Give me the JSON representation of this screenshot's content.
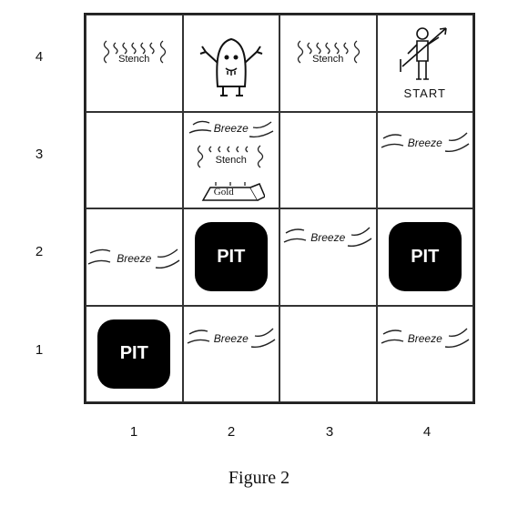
{
  "row_labels": [
    "4",
    "3",
    "2",
    "1"
  ],
  "col_labels": [
    "1",
    "2",
    "3",
    "4"
  ],
  "caption": "Figure 2",
  "cells": {
    "c1_4": {
      "text": "Stench"
    },
    "c3_4": {
      "text": "Stench"
    },
    "c4_4": {
      "text": "START"
    },
    "c2_3": {
      "breeze": "Breeze",
      "stench": "Stench",
      "gold": "Gold"
    },
    "c4_3": {
      "text": "Breeze"
    },
    "c1_2": {
      "text": "Breeze"
    },
    "c2_2": {
      "text": "PIT"
    },
    "c3_2": {
      "text": "Breeze"
    },
    "c4_2": {
      "text": "PIT"
    },
    "c1_1": {
      "text": "PIT"
    },
    "c2_1": {
      "text": "Breeze"
    },
    "c4_1": {
      "text": "Breeze"
    }
  },
  "icons": {
    "wumpus": "wumpus-monster-icon",
    "agent": "agent-with-arrow-icon",
    "stench_wave": "stench-wave-icon",
    "breeze_wave": "breeze-wave-icon",
    "gold": "gold-bar-icon"
  }
}
